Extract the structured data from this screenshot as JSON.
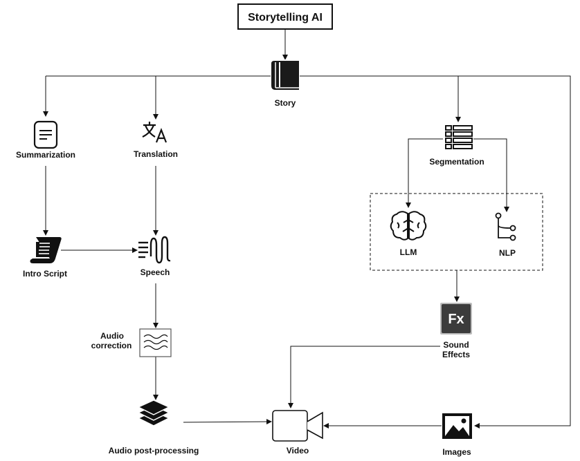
{
  "title": "Storytelling AI",
  "nodes": {
    "story": {
      "label": "Story",
      "icon": "book-icon"
    },
    "summarization": {
      "label": "Summarization",
      "icon": "document-icon"
    },
    "translation": {
      "label": "Translation",
      "icon": "translate-icon"
    },
    "segmentation": {
      "label": "Segmentation",
      "icon": "table-icon"
    },
    "llm": {
      "label": "LLM",
      "icon": "brain-icon"
    },
    "nlp": {
      "label": "NLP",
      "icon": "branch-icon"
    },
    "intro_script": {
      "label": "Intro Script",
      "icon": "scroll-icon"
    },
    "speech": {
      "label": "Speech",
      "icon": "speech-wave-icon"
    },
    "audio_correction": {
      "label_line1": "Audio",
      "label_line2": "correction",
      "icon": "waves-icon"
    },
    "sound_effects": {
      "label_line1": "Sound",
      "label_line2": "Effects",
      "icon": "fx-icon",
      "icon_text": "Fx"
    },
    "audio_post": {
      "label": "Audio post-processing",
      "icon": "layers-icon"
    },
    "video": {
      "label": "Video",
      "icon": "video-camera-icon"
    },
    "images": {
      "label": "Images",
      "icon": "image-icon"
    }
  },
  "colors": {
    "stroke": "#111111",
    "fx_bg": "#3c3c3c",
    "fx_text": "#ffffff"
  }
}
